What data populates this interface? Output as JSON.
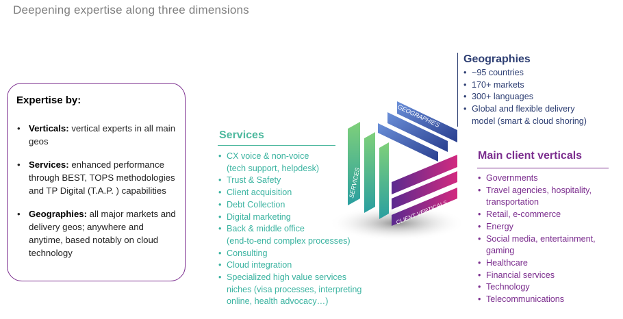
{
  "slide_title": "Deepening expertise along three dimensions",
  "expertise": {
    "title": "Expertise by:",
    "items": [
      {
        "label": "Verticals:",
        "text": " vertical experts in all main geos"
      },
      {
        "label": "Services:",
        "text": " enhanced performance through BEST, TOPS methodologies and TP Digital (T.A.P. ) capabilities"
      },
      {
        "label": "Geographies:",
        "text": " all major markets and delivery geos; anywhere and anytime, based notably on cloud technology"
      }
    ]
  },
  "services": {
    "title": "Services",
    "items": [
      "CX voice & non-voice",
      "(tech support, helpdesk)",
      "Trust & Safety",
      "Client acquisition",
      "Debt Collection",
      "Digital marketing",
      "Back & middle office",
      "(end-to-end complex processes)",
      "Consulting",
      "Cloud integration",
      "Specialized high value services",
      "niches (visa processes, interpreting",
      "online, health advocacy…)"
    ],
    "color": "#4fb99f"
  },
  "geographies": {
    "title": "Geographies",
    "items": [
      "~95 countries",
      "170+ markets",
      "300+ languages",
      "Global and flexible delivery",
      "model (smart & cloud shoring)"
    ],
    "color": "#2e3f73"
  },
  "verticals": {
    "title": "Main client verticals",
    "items": [
      "Governments",
      "Travel agencies, hospitality,",
      "transportation",
      "Retail, e-commerce",
      "Energy",
      "Social media, entertainment,",
      "gaming",
      "Healthcare",
      "Financial services",
      "Technology",
      "Telecommunications"
    ],
    "color": "#7b2d8e"
  },
  "cube": {
    "top_label": "GEOGRAPHIES",
    "left_label": "SERVICES",
    "bottom_label": "CLIENT VERTICALS"
  }
}
